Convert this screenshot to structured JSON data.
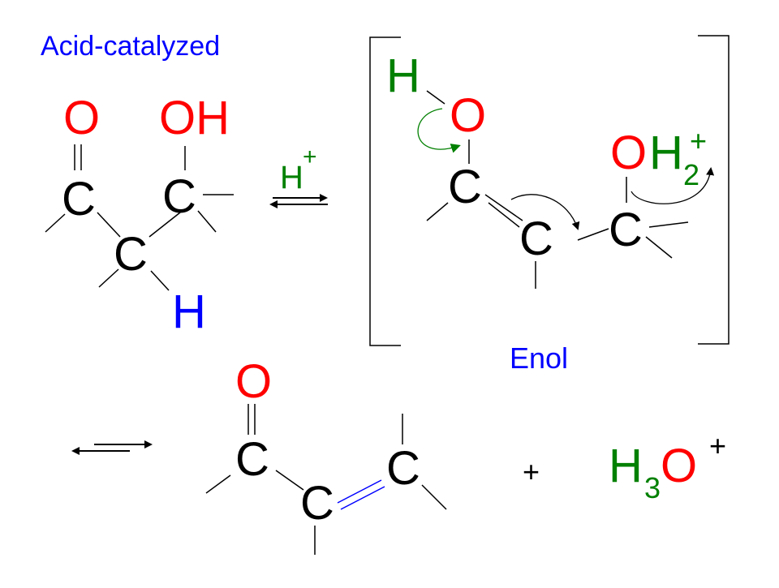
{
  "title": "Acid-catalyzed",
  "colors": {
    "title": "#0000ff",
    "oxygen": "#ff0000",
    "hydrogen_blue": "#0000ff",
    "green": "#008000",
    "bond": "#000000",
    "double_bond_blue": "#0000ff"
  },
  "reactant": {
    "o": "O",
    "oh": "OH",
    "c1": "C",
    "c2": "C",
    "c3": "C",
    "h": "H"
  },
  "catalyst": {
    "h": "H",
    "charge": "+"
  },
  "intermediate": {
    "h": "H",
    "o": "O",
    "c1": "C",
    "c2": "C",
    "c3": "C",
    "oh_o": "O",
    "oh_h": "H",
    "oh_sub": "2",
    "oh_charge": "+",
    "label": "Enol"
  },
  "product": {
    "o": "O",
    "c1": "C",
    "c2": "C",
    "c3": "C",
    "plus": "+"
  },
  "hydronium": {
    "h": "H",
    "sub": "3",
    "o": "O",
    "charge": "+"
  }
}
